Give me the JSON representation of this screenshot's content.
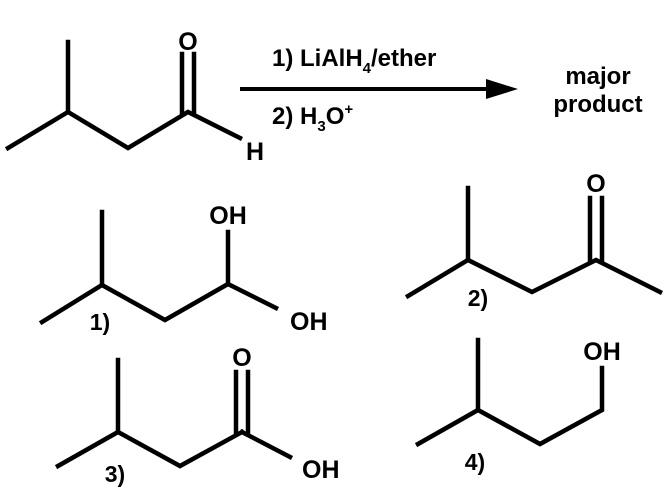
{
  "reaction": {
    "reagent_step1_prefix": "1) LiAlH",
    "reagent_step1_subscript": "4",
    "reagent_step1_suffix": "/ether",
    "reagent_step2_prefix": "2) H",
    "reagent_step2_subscript": "3",
    "reagent_step2_mid": "O",
    "reagent_step2_superscript": "+",
    "product_line1": "major",
    "product_line2": "product"
  },
  "starting_material": {
    "carbonyl_o": "O",
    "aldehyde_h": "H"
  },
  "options": [
    {
      "number": "1)",
      "oh_top": "OH",
      "oh_bottom": "OH"
    },
    {
      "number": "2)",
      "carbonyl_o": "O"
    },
    {
      "number": "3)",
      "carbonyl_o": "O",
      "oh": "OH"
    },
    {
      "number": "4)",
      "oh": "OH"
    }
  ]
}
